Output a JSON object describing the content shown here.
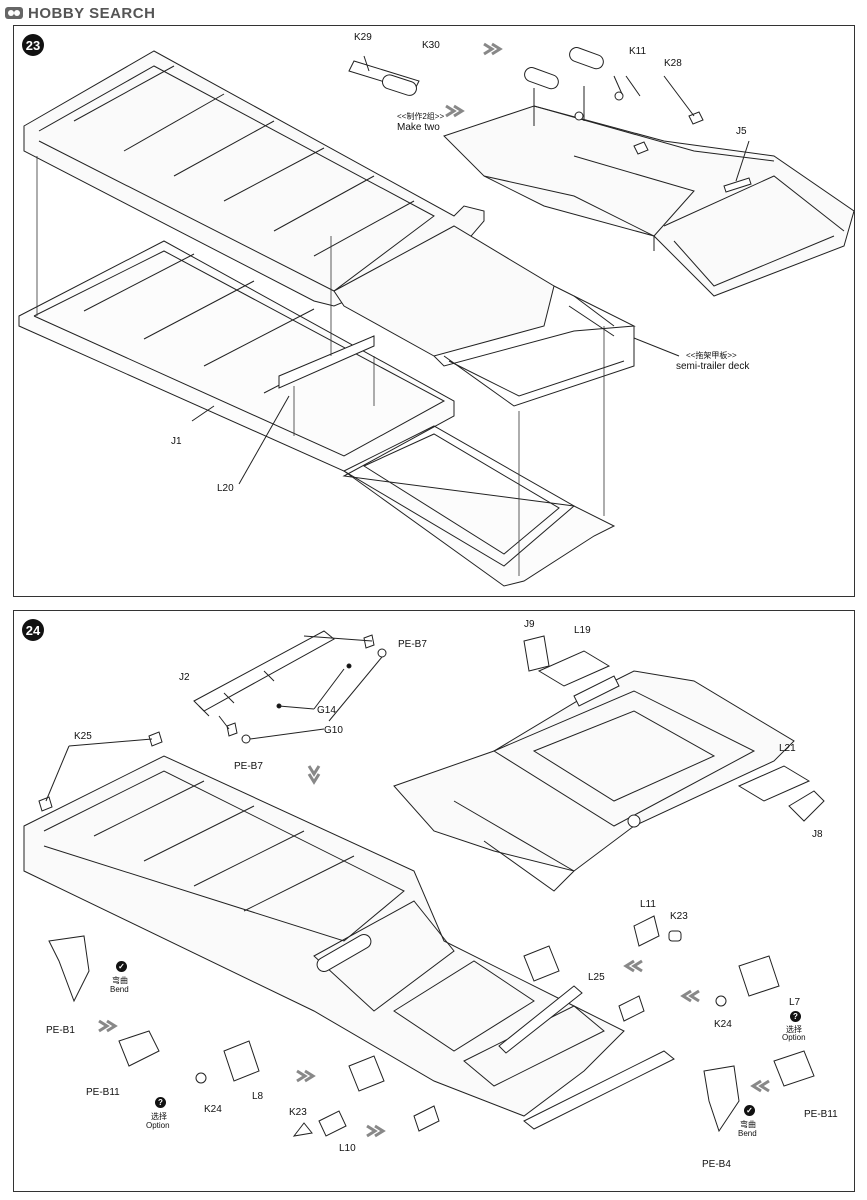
{
  "site": {
    "logo_text": "HOBBY SEARCH"
  },
  "step23": {
    "number": "23",
    "labels": {
      "k29": "K29",
      "k30": "K30",
      "make_two_cn": "<<制作2组>>",
      "make_two": "Make two",
      "k11": "K11",
      "k28": "K28",
      "j5": "J5",
      "deck_cn": "<<拖架甲板>>",
      "deck": "semi-trailer deck",
      "j1": "J1",
      "l20": "L20"
    }
  },
  "step24": {
    "number": "24",
    "labels": {
      "pe_b7_top": "PE-B7",
      "j2": "J2",
      "g14": "G14",
      "g10": "G10",
      "pe_b7_bottom": "PE-B7",
      "j9": "J9",
      "l19": "L19",
      "l21": "L21",
      "j8": "J8",
      "k25": "K25",
      "l11": "L11",
      "k23_right": "K23",
      "l25": "L25",
      "pe_b1": "PE-B1",
      "bend_cn_left": "弯曲",
      "bend_left": "Bend",
      "pe_b11_left": "PE-B11",
      "option_cn_left": "选择",
      "option_left": "Option",
      "k24_left": "K24",
      "l8": "L8",
      "k23_left": "K23",
      "l10": "L10",
      "k24_right": "K24",
      "l7": "L7",
      "option_cn_right": "选择",
      "option_right": "Option",
      "pe_b4": "PE-B4",
      "bend_cn_right": "弯曲",
      "bend_right": "Bend",
      "pe_b11_right": "PE-B11"
    }
  }
}
